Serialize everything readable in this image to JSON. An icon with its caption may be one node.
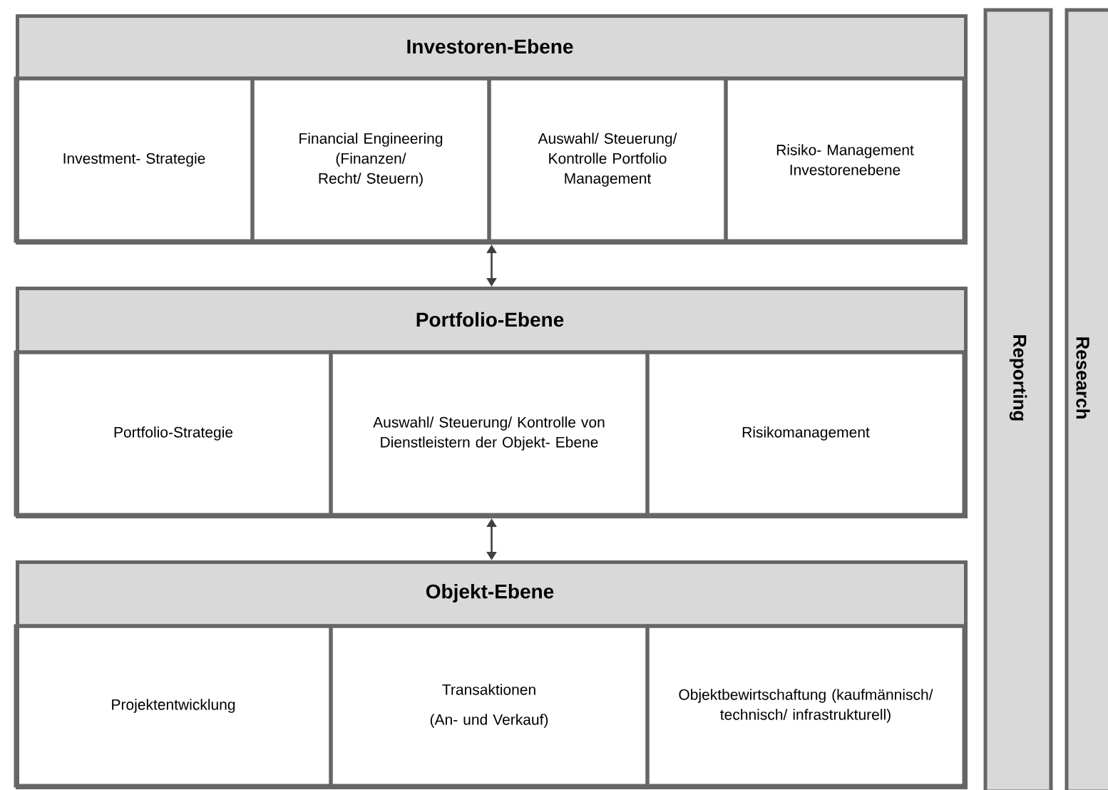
{
  "diagram": {
    "nodes": [
      {
        "text": [
          "Investoren-Ebene"
        ]
      },
      {
        "text": [
          "Investment- Strategie"
        ],
        "in": 0
      },
      {
        "text": [
          "Financial Engineering (Finanzen/ Recht/ Steuern)"
        ],
        "in": 0
      },
      {
        "text": [
          "Auswahl/ Steuerung/ Kontrolle Portfolio Management"
        ],
        "in": 0
      },
      {
        "text": [
          "Risiko- Management Investorenebene"
        ],
        "in": 0
      },
      {
        "text": [
          "Portfolio-Ebene"
        ]
      },
      {
        "text": [
          "Portfolio-Strategie"
        ],
        "in": 5
      },
      {
        "text": [
          "Auswahl/ Steuerung/ Kontrolle von Dienstleistern der Objekt- Ebene"
        ],
        "in": 5
      },
      {
        "text": [
          "Risikomanagement"
        ],
        "in": 5
      },
      {
        "text": [
          "Objekt-Ebene"
        ]
      },
      {
        "text": [
          "Projektentwicklung"
        ],
        "in": 9
      },
      {
        "text": [
          "Transaktionen",
          "(An- und Verkauf)"
        ],
        "in": 9
      },
      {
        "text": [
          "Objektbewirtschaftung (kaufmännisch/ technisch/ infrastrukturell)"
        ],
        "in": 9
      },
      {
        "text": [
          "Reporting"
        ]
      },
      {
        "text": [
          "Research"
        ]
      }
    ],
    "edges": [
      {
        "from": 0,
        "to": 5,
        "arrow": "both"
      },
      {
        "from": 5,
        "to": 9,
        "arrow": "both"
      }
    ]
  }
}
